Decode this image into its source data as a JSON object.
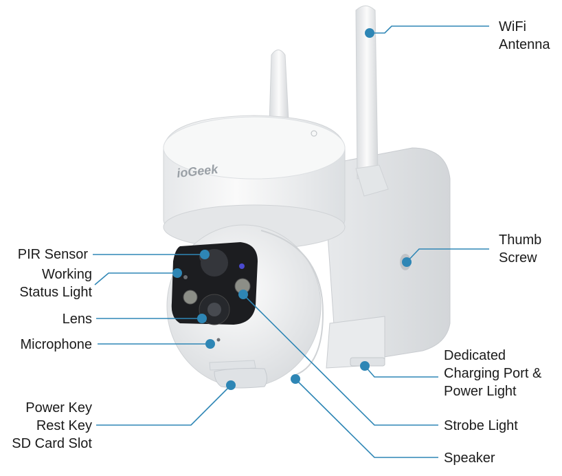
{
  "brand": "ioGeek",
  "colors": {
    "leader": "#2e86b5",
    "body": "#f1f2f3",
    "shade": "#d9dcdf",
    "lens_panel": "#1c1d20"
  },
  "labels": {
    "wifi_antenna": [
      "WiFi",
      "Antenna"
    ],
    "thumb_screw": [
      "Thumb",
      "Screw"
    ],
    "dedicated_charging": [
      "Dedicated",
      "Charging Port &",
      "Power Light"
    ],
    "strobe_light": [
      "Strobe Light"
    ],
    "speaker": [
      "Speaker"
    ],
    "pir_sensor": [
      "PIR Sensor"
    ],
    "working_status_light": [
      "Working",
      "Status Light"
    ],
    "lens": [
      "Lens"
    ],
    "microphone": [
      "Microphone"
    ],
    "keys_slot": [
      "Power Key",
      "Rest Key",
      "SD Card Slot"
    ]
  }
}
